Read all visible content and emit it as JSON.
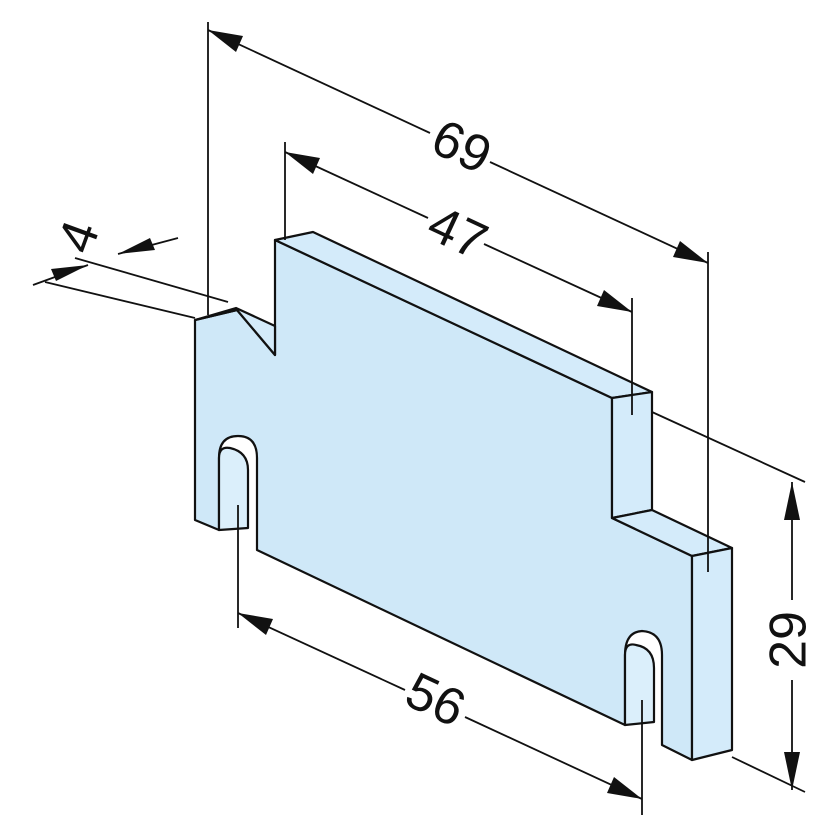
{
  "colors": {
    "part_front": "#cfe8f8",
    "part_side": "#d4ebfa",
    "line": "#111111",
    "background": "#ffffff"
  },
  "dimensions": {
    "overall_length": "69",
    "top_tab_length": "47",
    "thickness": "4",
    "slot_spacing": "56",
    "height": "29"
  }
}
